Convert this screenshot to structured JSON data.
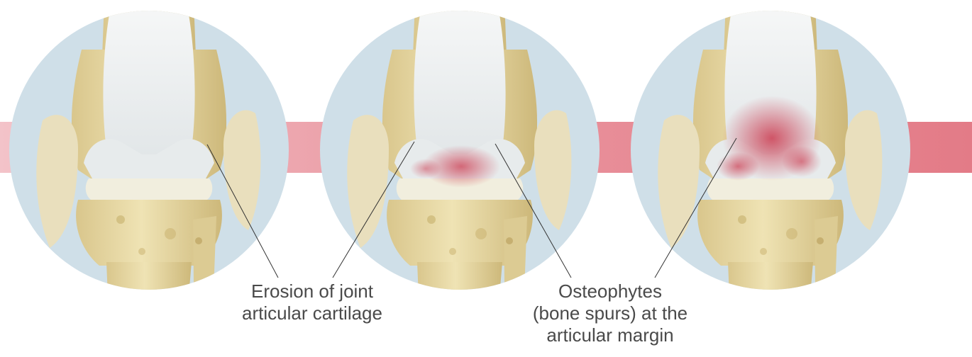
{
  "annotations": {
    "erosion": {
      "lines": [
        "Erosion of joint",
        "articular cartilage"
      ]
    },
    "osteophytes": {
      "lines": [
        "Osteophytes",
        "(bone spurs) at the",
        "articular margin"
      ]
    }
  },
  "colors": {
    "circle_background": "#cfdfe8",
    "progression_band": "#e58a95",
    "bone": "#e8d9a4",
    "bone_shadow": "#cdb87a",
    "cartilage": "#eef1f2",
    "meniscus": "#f1eede",
    "inflammation": "#c9283f",
    "leader_line": "#333333",
    "caption_text": "#4a4a4a"
  },
  "illustration": {
    "subject": "knee joint progression",
    "stages": [
      {
        "inflammation_level": 0.0
      },
      {
        "inflammation_level": 0.45
      },
      {
        "inflammation_level": 0.9
      }
    ]
  }
}
